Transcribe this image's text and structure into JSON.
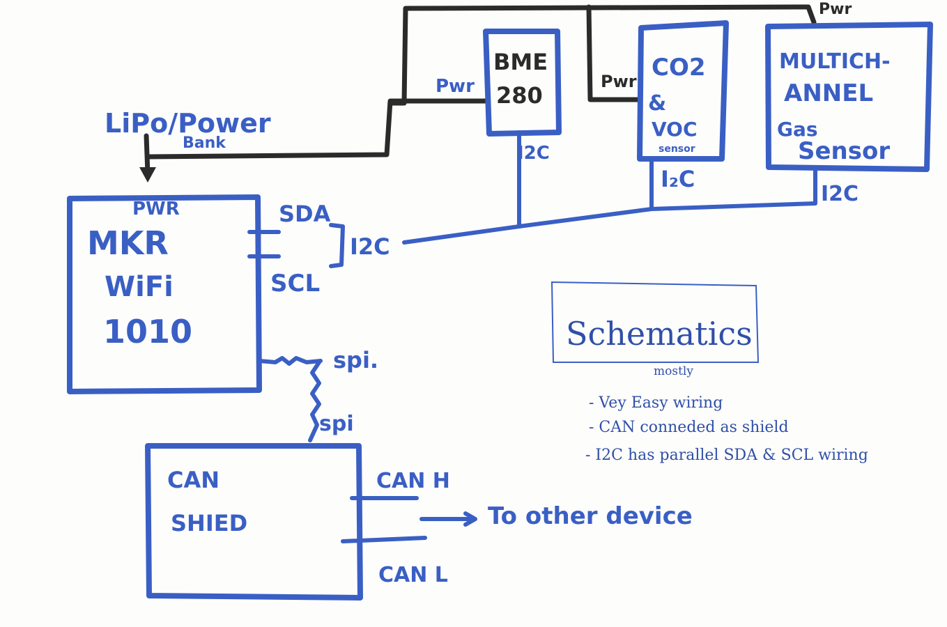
{
  "power_source": {
    "line1": "LiPo/Power",
    "line2": "Bank"
  },
  "mkr": {
    "pwr": "PWR",
    "line1": "MKR",
    "line2": "WiFi",
    "line3": "1010",
    "sda": "SDA",
    "scl": "SCL"
  },
  "i2c_labels": {
    "bus": "I2C",
    "bme": "I2C",
    "co2": "I₂C",
    "multi": "I2C"
  },
  "bme280": {
    "pwr": "Pwr",
    "line1": "BME",
    "line2": "280"
  },
  "co2": {
    "pwr": "Pwr",
    "line1": "CO2",
    "line2": "&",
    "line3": "VOC",
    "line4": "sensor"
  },
  "multichannel": {
    "pwr": "Pwr",
    "line1": "MULTICH-",
    "line2": "ANNEL",
    "line3": "Gas",
    "line4": "Sensor"
  },
  "spi": {
    "top": "spi.",
    "bottom": "spi"
  },
  "can": {
    "line1": "CAN",
    "line2": "SHIED",
    "can_h": "CAN H",
    "can_l": "CAN L",
    "to_other": "To other device"
  },
  "note": {
    "title": "Schematics",
    "subtitle": "mostly",
    "bullets": [
      "- Vey Easy wiring",
      "- CAN conneded as shield",
      "- I2C has parallel SDA & SCL wiring"
    ]
  },
  "colors": {
    "blue_ink": "#3a5fc4",
    "black_ink": "#2b2b2b",
    "paper": "#fdfdfc"
  }
}
